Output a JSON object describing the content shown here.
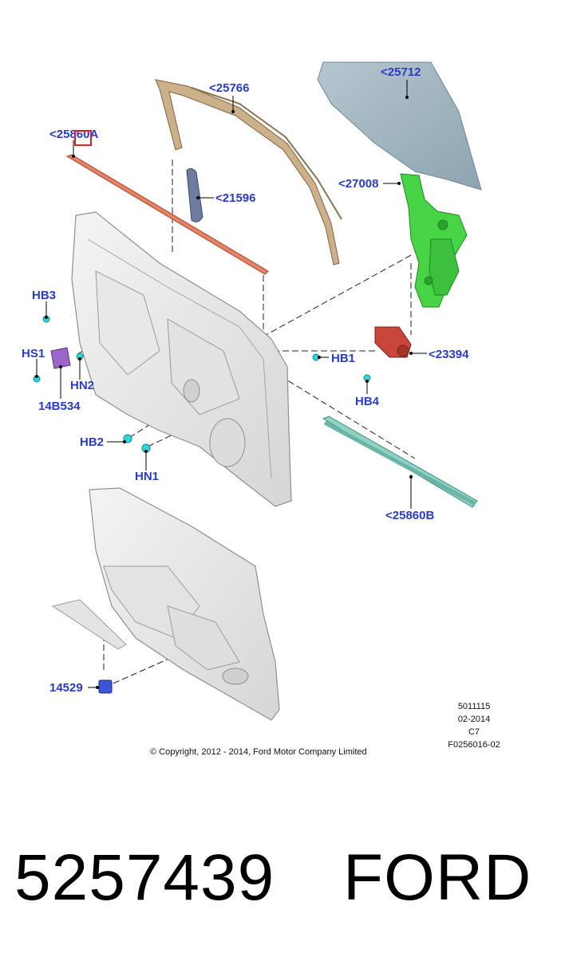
{
  "callouts": {
    "c25766": "<25766",
    "c25712": "<25712",
    "c25860A": "<25860A",
    "c21596": "<21596",
    "c27008": "<27008",
    "hb3": "HB3",
    "hs1": "HS1",
    "hn2": "HN2",
    "c14b534": "14B534",
    "hb1": "HB1",
    "c23394": "<23394",
    "hb4": "HB4",
    "hb2": "HB2",
    "hn1": "HN1",
    "c25860B": "<25860B",
    "c14529": "14529"
  },
  "meta": {
    "code1": "5011115",
    "date": "02-2014",
    "rev": "C7",
    "figure": "F0256016-02",
    "copyright": "© Copyright, 2012 - 2014, Ford Motor Company Limited"
  },
  "footer": {
    "part_number": "5257439",
    "brand": "FORD"
  },
  "colors": {
    "callout": "#2a3cc9",
    "glass": "#9fb4bf",
    "frame": "#c9a97c",
    "weatherstrip_upper": "#e07a5f",
    "weatherstrip_lower": "#8fd0c3",
    "regulator": "#3fd43f",
    "motor": "#c9473a",
    "clip": "#2fd9d9",
    "bracket": "#9a67c8",
    "switch": "#3c55d6",
    "highlight": "#e02020"
  }
}
